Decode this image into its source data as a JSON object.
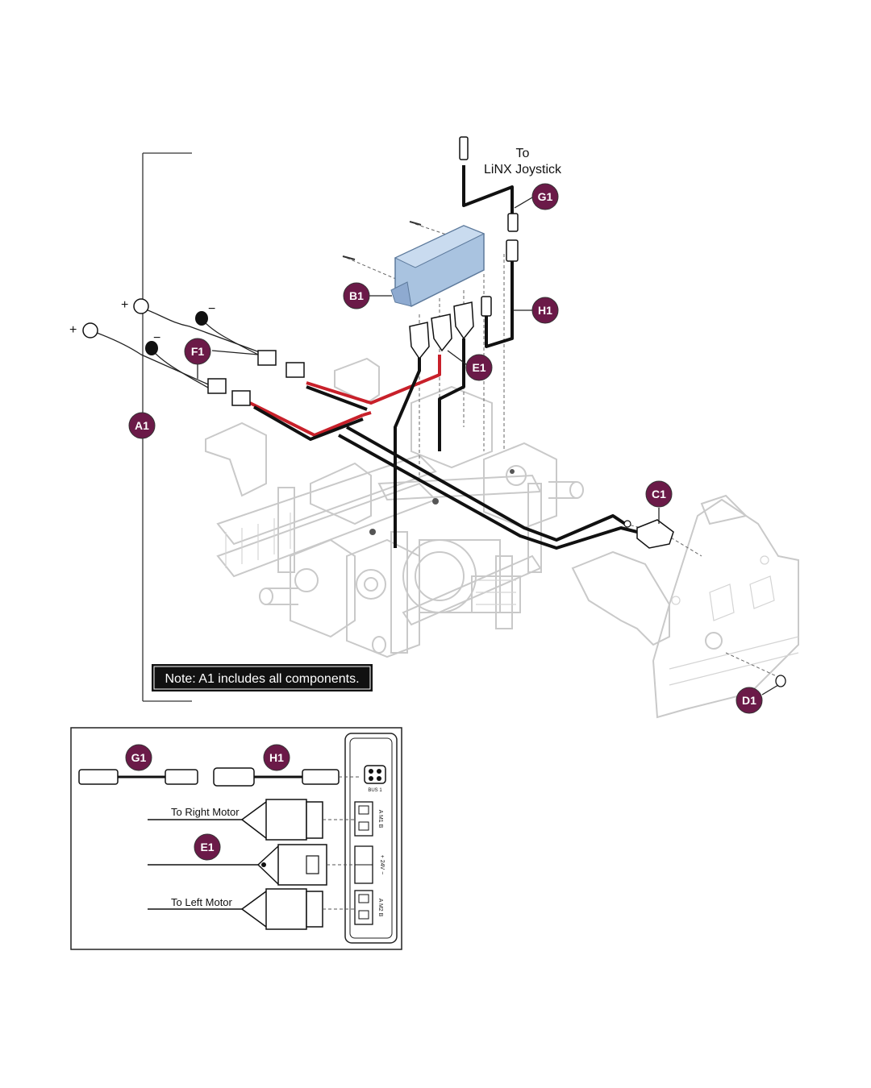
{
  "diagram": {
    "joystick_label_line1": "To",
    "joystick_label_line2": "LiNX Joystick",
    "note": "Note: A1 includes all components.",
    "plus_sign": "+",
    "minus_sign": "−",
    "callouts": {
      "a1": "A1",
      "b1": "B1",
      "c1": "C1",
      "d1": "D1",
      "e1": "E1",
      "f1": "F1",
      "g1": "G1",
      "h1": "H1"
    },
    "callout_color": "#6b1a48",
    "cable_colors": {
      "positive": "#c8202a",
      "negative": "#111111"
    },
    "controller_color": "#a9c3e0"
  },
  "inset": {
    "callout_g1": "G1",
    "callout_h1": "H1",
    "callout_e1": "E1",
    "to_right_motor": "To Right Motor",
    "to_left_motor": "To Left Motor",
    "bus_label": "BUS 1",
    "m1_label": "A M1 B",
    "m2_label": "A M2 B",
    "power_label": "+ 24V −"
  }
}
